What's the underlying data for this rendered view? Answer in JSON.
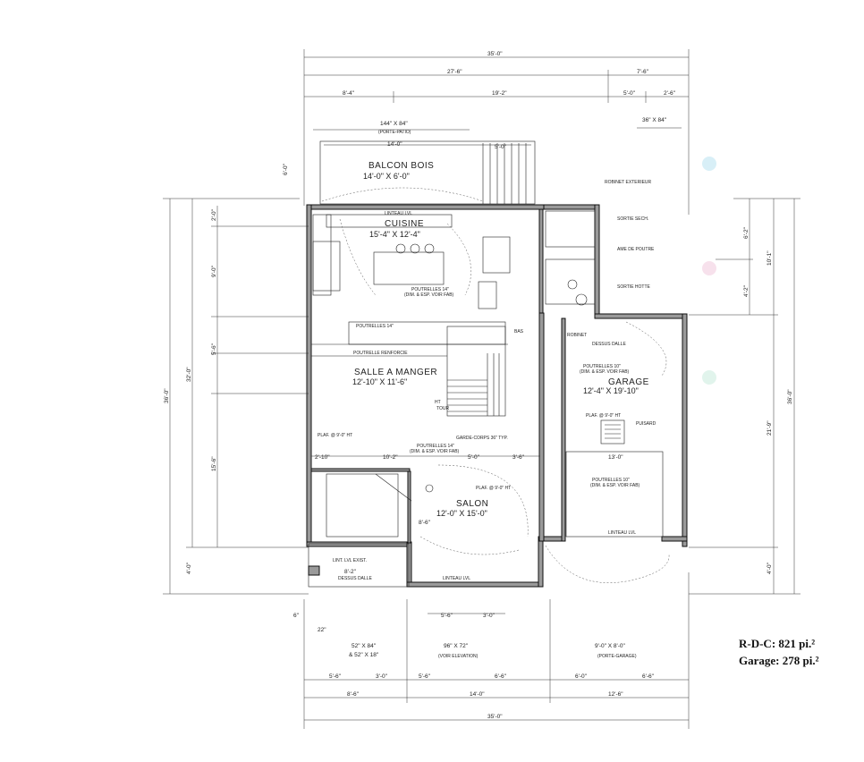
{
  "rooms": {
    "balcon": {
      "name": "BALCON BOIS",
      "size": "14'-0\" X 6'-0\""
    },
    "cuisine": {
      "name": "CUISINE",
      "size": "15'-4\" X 12'-4\""
    },
    "salle": {
      "name": "SALLE A MANGER",
      "size": "12'-10\" X 11'-6\""
    },
    "salon": {
      "name": "SALON",
      "size": "12'-0\" X 15'-0\""
    },
    "garage": {
      "name": "GARAGE",
      "size": "12'-4\" X 19'-10\""
    }
  },
  "dims": {
    "top_total": "35'-0\"",
    "top_a": "27'-6\"",
    "top_b": "7'-6\"",
    "top_c": "8'-4\"",
    "top_d": "19'-2\"",
    "top_e": "5'-0\"",
    "top_f": "2'-6\"",
    "bottom_total": "35'-0\"",
    "bottom_a": "8'-6\"",
    "bottom_b": "14'-0\"",
    "bottom_c": "12'-6\"",
    "bottom_d": "5'-6\"",
    "bottom_e": "3'-0\"",
    "bottom_f": "5'-6\"",
    "bottom_g": "6'-6\"",
    "bottom_h": "6'-0\"",
    "bottom_i": "6'-6\"",
    "left_total": "36'-0\"",
    "left_a": "32'-0\"",
    "left_b": "4'-0\"",
    "left_c": "2'-0\"",
    "left_d": "9'-0\"",
    "left_e": "5'-6\"",
    "left_f": "15'-6\"",
    "right_total": "36'-0\"",
    "right_a": "10'-1\"",
    "right_b": "6'-2\"",
    "right_c": "4'-2\"",
    "right_d": "21'-9\"",
    "right_e": "4'-0\"",
    "balcon_depth": "6'-0\""
  },
  "openings": {
    "porte_patio": "144\" X 84\"",
    "porte_patio_label": "(PORTE-PATIO)",
    "porte_patio_width": "14'-0\"",
    "top_right_win": "36\" X 84\"",
    "win_left": "52\" X 84\"",
    "win_left_b": "& 52\" X 18\"",
    "win_front": "96\" X 72\"",
    "win_front_label": "(VOIR ELEVATION)",
    "porte_garage": "9'-0\" X 8'-0\"",
    "porte_garage_label": "(PORTE-GARAGE)"
  },
  "labels": {
    "linteau1": "LINTEAU LVL",
    "poutrelles_cuisine": "POUTRELLES 14\"",
    "poutrelles_cuisine2": "(DIM. & ESP. VOIR FAB)",
    "poutrelles_salle": "POUTRELLES 14\"",
    "poutrelles_renforcie": "POUTRELLE RENFORCIE",
    "poutrelles_salon": "POUTRELLES 14\"",
    "poutrelles_salon2": "(DIM. & ESP. VOIR FAB)",
    "poutrelles_garage": "POUTRELLES 10\"",
    "poutrelles_garage2": "(DIM. & ESP. VOIR FAB)",
    "poutrelles_garage_b": "POUTRELLES 10\"",
    "poutrelles_garage_b2": "(DIM. & ESP. VOIR FAB)",
    "sortie_sech": "SORTIE SECH.",
    "ame_poutre": "AME DE POUTRE",
    "sortie_hotte": "SORTIE HOTTE",
    "puisard": "PUISARD",
    "robinet": "ROBINET",
    "robinet_ext": "ROBINET EXTERIEUR",
    "dessus_dalle": "DESSUS DALLE",
    "linteau_garage": "LINTEAU LVL",
    "linteau_salon": "LINTEAU LVL",
    "lint_lvl_exist": "LINT. LVL EXIST.",
    "garde_corps": "GARDE-CORPS 36\" TYP.",
    "plaf_salon": "PLAF. @ 9'-0\" HT",
    "plaf_salle": "PLAF. @ 9'-0\" HT",
    "plaf_garage": "PLAF. @ 9'-0\" HT",
    "ht": "HT",
    "bas": "BAS",
    "tour": "TOUR",
    "dim_garage_width": "13'-0\"",
    "dim_salon_a": "10'-2\"",
    "dim_salon_b": "5'-0\"",
    "dim_salon_c": "3'-6\"",
    "dim_left_2_10": "2'-10\"",
    "dim_marche": "8'-6\"",
    "dim_entree": "8'-2\"",
    "dim_bal_5": "5'-0\"",
    "dim_front_a": "5'-6\"",
    "dim_front_b": "3'-0\"",
    "dim_6": "6\"",
    "dim_22": "22\""
  },
  "area": {
    "rdc": "R-D-C: 821 pi.²",
    "garage": "Garage: 278 pi.²"
  }
}
